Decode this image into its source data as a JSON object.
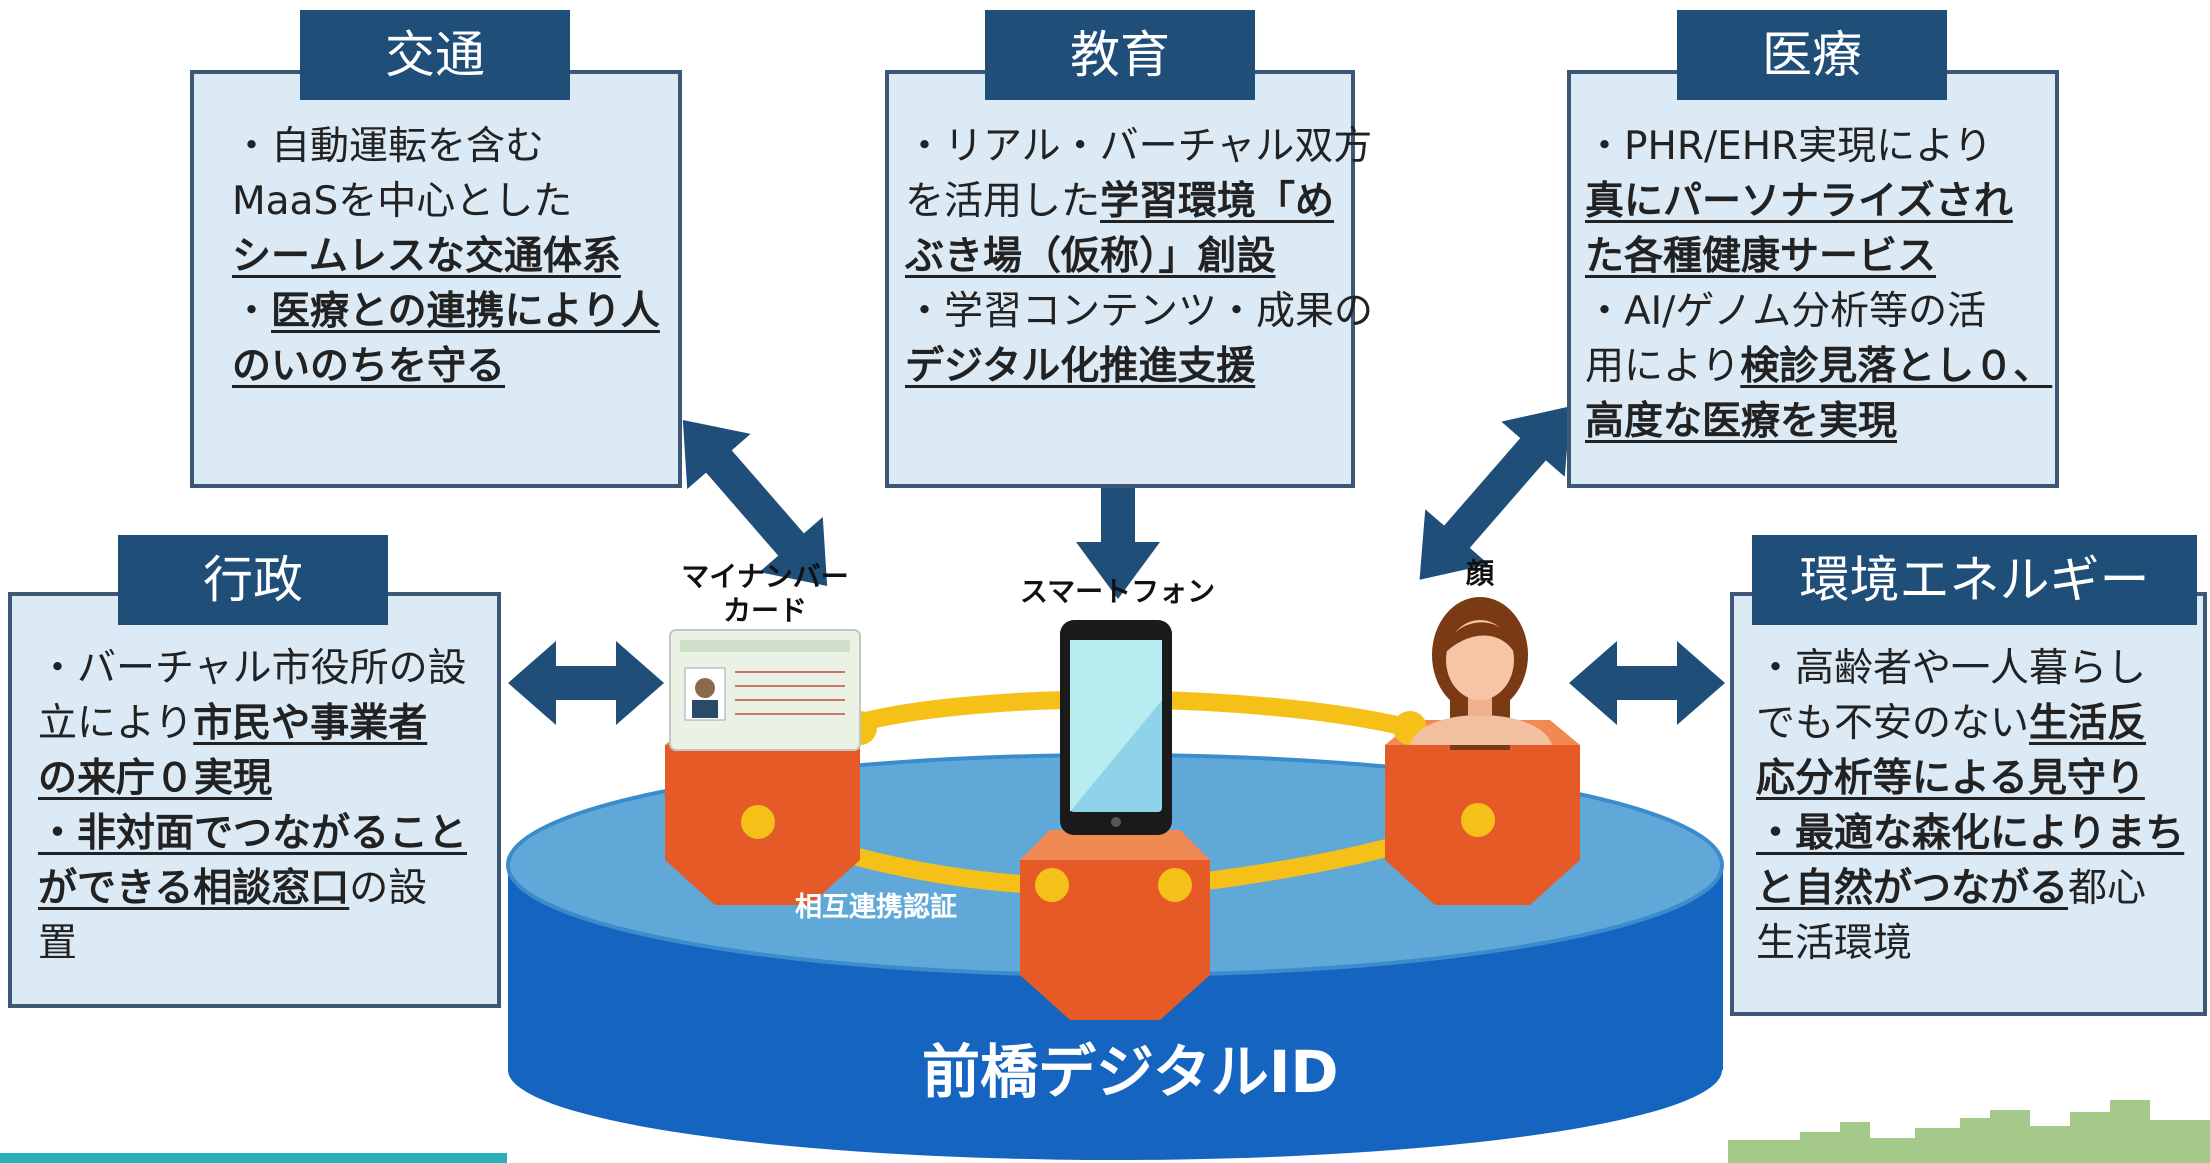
{
  "categories": {
    "traffic": {
      "title": "交通",
      "lines": [
        [
          {
            "t": "・自動運転を含む",
            "b": false
          }
        ],
        [
          {
            "t": "MaaSを中心とした",
            "b": false
          }
        ],
        [
          {
            "t": "シームレスな交通体系",
            "b": true
          }
        ],
        [
          {
            "t": "・",
            "b": false
          },
          {
            "t": "医療との連携により人",
            "b": true
          }
        ],
        [
          {
            "t": "のいのちを守る",
            "b": true
          }
        ]
      ]
    },
    "education": {
      "title": "教育",
      "lines": [
        [
          {
            "t": "・リアル・バーチャル双方",
            "b": false
          }
        ],
        [
          {
            "t": "を活用した",
            "b": false
          },
          {
            "t": "学習環境「め",
            "b": true
          }
        ],
        [
          {
            "t": "ぶき場（仮称）」創設",
            "b": true
          }
        ],
        [
          {
            "t": "・学習コンテンツ・成果の",
            "b": false
          }
        ],
        [
          {
            "t": "デジタル化推進支援",
            "b": true
          }
        ]
      ]
    },
    "medical": {
      "title": "医療",
      "lines": [
        [
          {
            "t": "・PHR/EHR実現により",
            "b": false
          }
        ],
        [
          {
            "t": "真にパーソナライズされ",
            "b": true
          }
        ],
        [
          {
            "t": "た各種健康サービス",
            "b": true
          }
        ],
        [
          {
            "t": "・AI/ゲノム分析等の活",
            "b": false
          }
        ],
        [
          {
            "t": "用により",
            "b": false
          },
          {
            "t": "検診見落とし０、",
            "b": true
          }
        ],
        [
          {
            "t": "高度な医療を実現",
            "b": true
          }
        ]
      ]
    },
    "administration": {
      "title": "行政",
      "lines": [
        [
          {
            "t": "・バーチャル市役所の設",
            "b": false
          }
        ],
        [
          {
            "t": "立により",
            "b": false
          },
          {
            "t": "市民や事業者",
            "b": true
          }
        ],
        [
          {
            "t": "の来庁０実現",
            "b": true
          }
        ],
        [
          {
            "t": "・非対面でつながること",
            "b": true
          }
        ],
        [
          {
            "t": "ができる相談窓口",
            "b": true
          },
          {
            "t": "の設",
            "b": false
          }
        ],
        [
          {
            "t": "置",
            "b": false
          }
        ]
      ]
    },
    "environment": {
      "title": "環境エネルギー",
      "lines": [
        [
          {
            "t": "・高齢者や一人暮らし",
            "b": false
          }
        ],
        [
          {
            "t": "でも不安のない",
            "b": false
          },
          {
            "t": "生活反",
            "b": true
          }
        ],
        [
          {
            "t": "応分析等による見守り",
            "b": true
          }
        ],
        [
          {
            "t": "・最適な森化によりまち",
            "b": true
          }
        ],
        [
          {
            "t": "と自然がつながる",
            "b": true
          },
          {
            "t": "都心",
            "b": false
          }
        ],
        [
          {
            "t": "生活環境",
            "b": false
          }
        ]
      ]
    }
  },
  "center": {
    "card_label_line1": "マイナンバー",
    "card_label_line2": "カード",
    "phone_label": "スマートフォン",
    "face_label": "顔",
    "auth_label": "相互連携認証",
    "platform_label": "前橋デジタルID"
  },
  "icons": [
    "mynumber-card-icon",
    "smartphone-icon",
    "face-person-icon",
    "double-arrow-icon",
    "city-skyline-icon"
  ],
  "colors": {
    "header_bg": "#1f4e79",
    "box_bg": "#dbeaf4",
    "box_border": "#3d5876",
    "arrow": "#1f4e79",
    "platform_top": "#5fa8d8",
    "platform_side": "#1565c0",
    "pedestal": "#e65a28",
    "link_ring": "#f5c118",
    "accent_bar": "#2bb0b8",
    "skyline": "#a4c98a"
  }
}
